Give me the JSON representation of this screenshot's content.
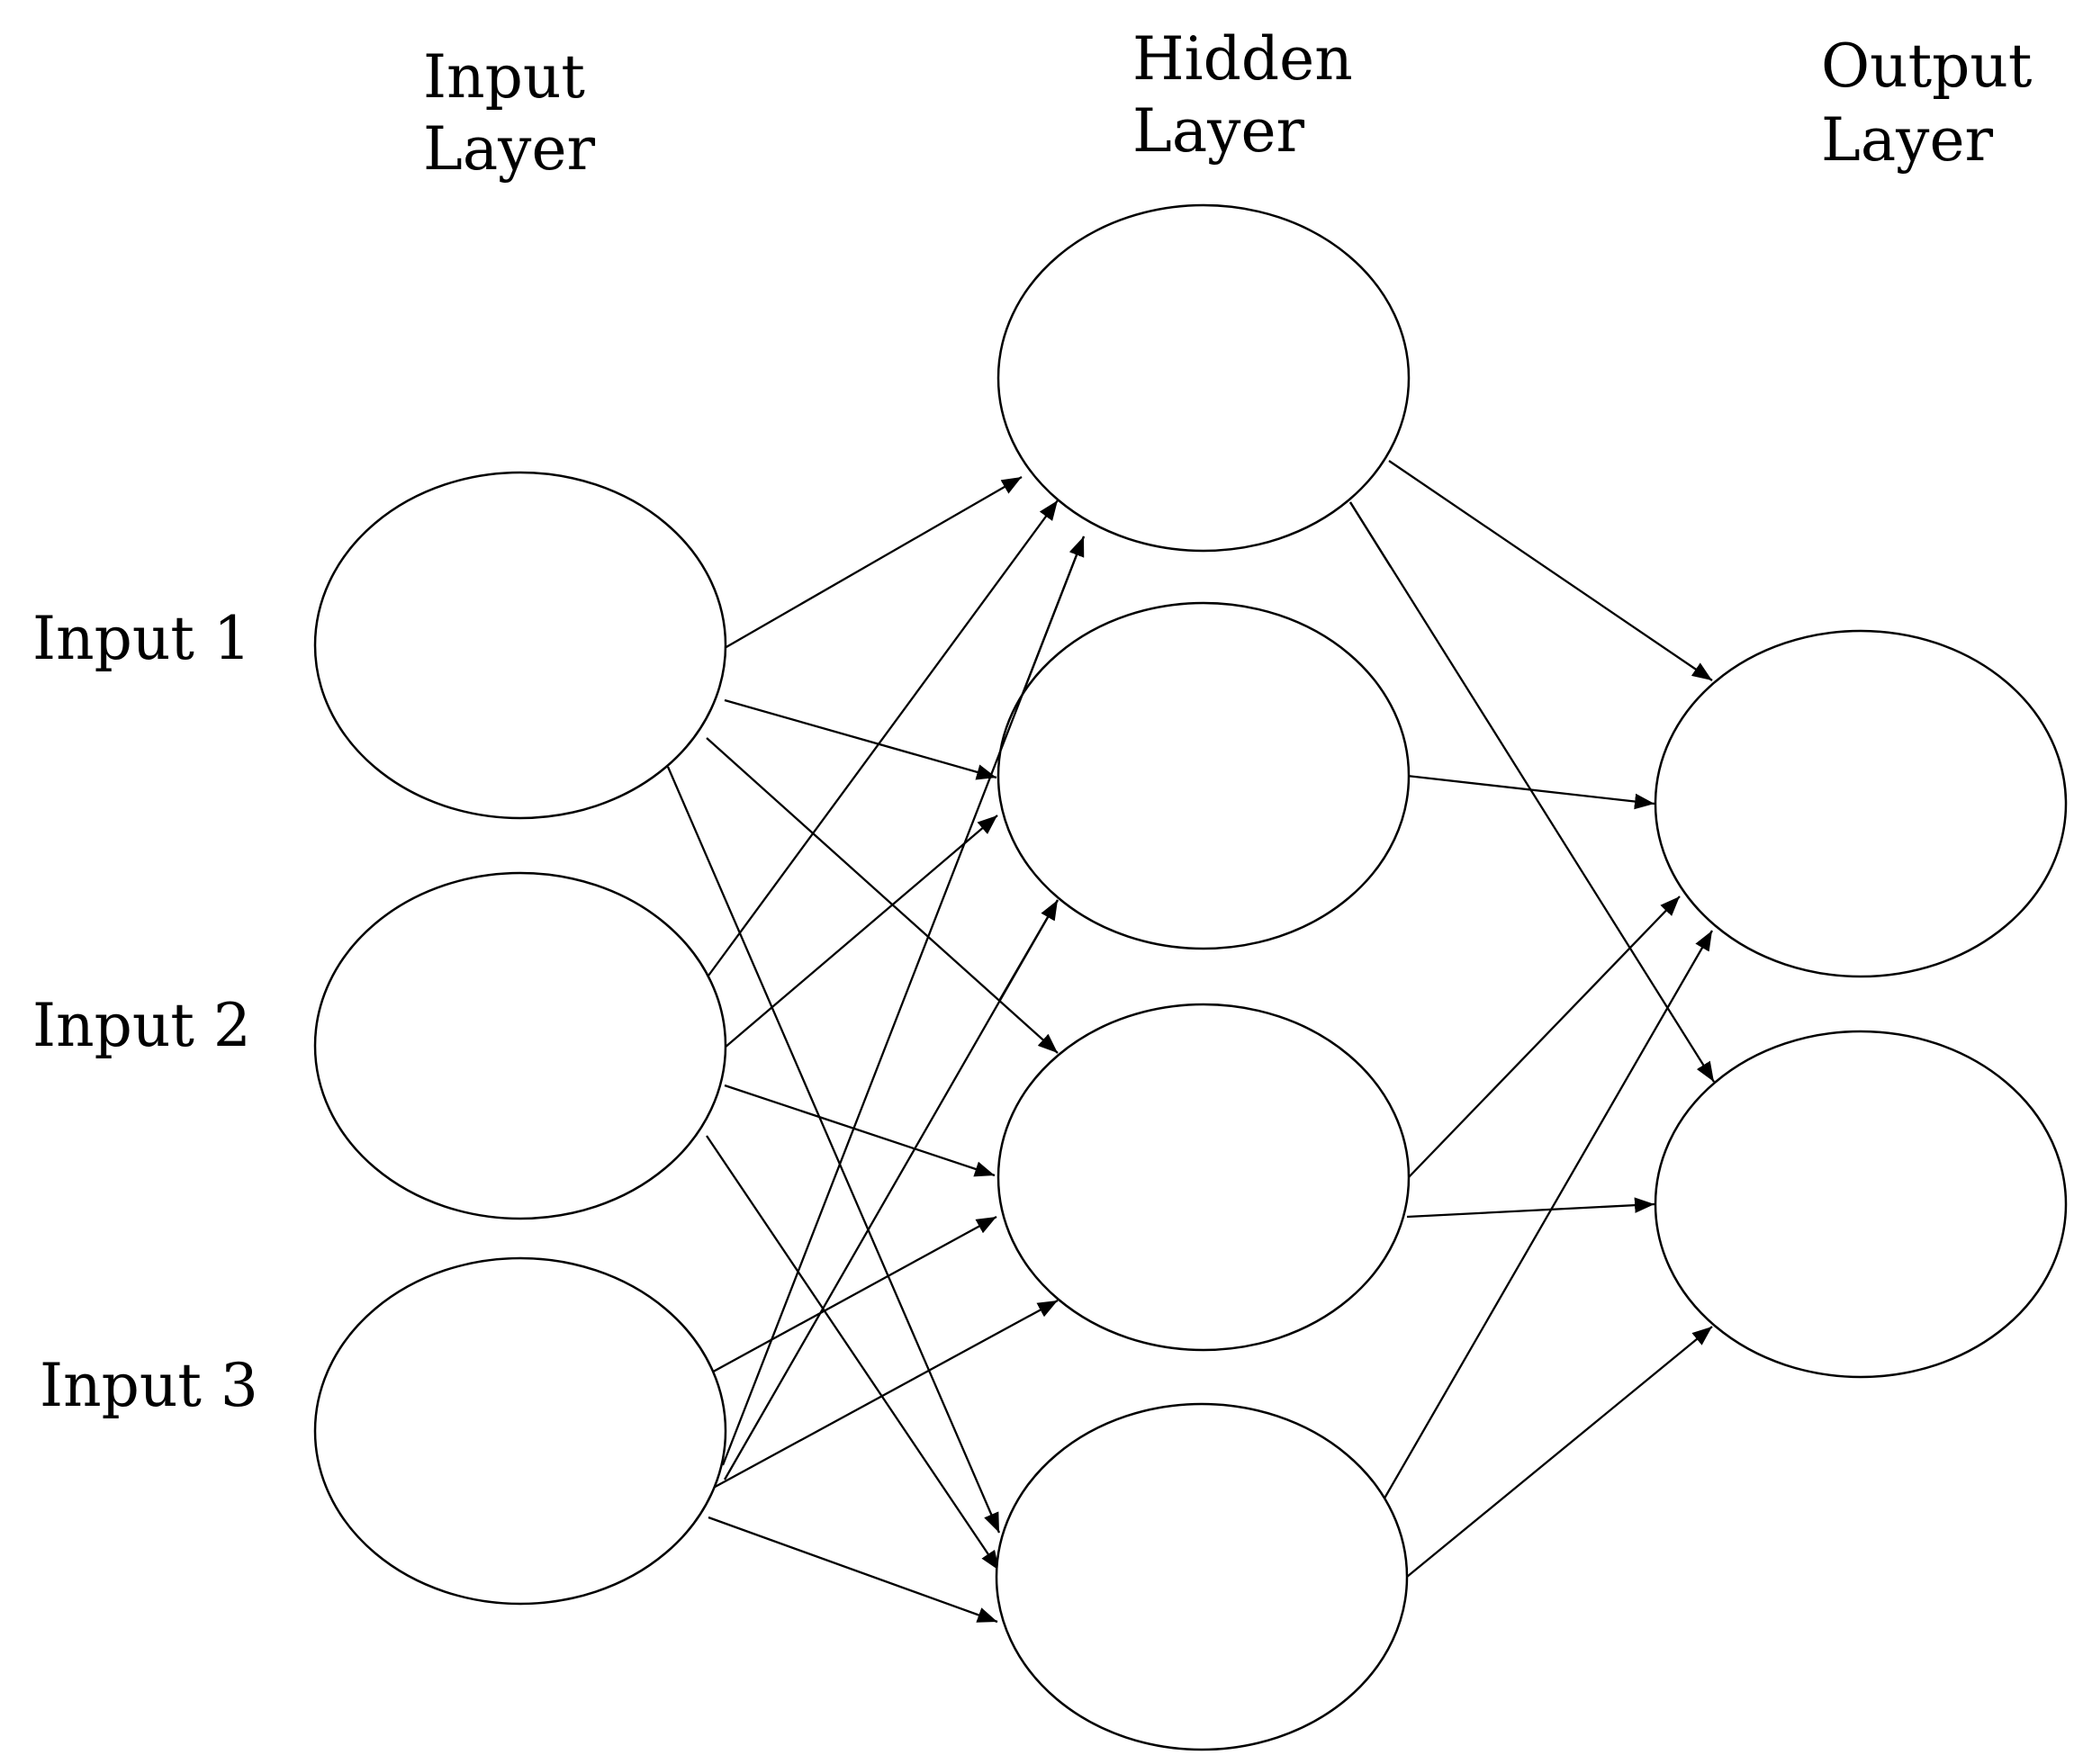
{
  "layers": {
    "input": {
      "line1": "Input",
      "line2": "Layer"
    },
    "hidden": {
      "line1": "Hidden",
      "line2": "Layer"
    },
    "output": {
      "line1": "Output",
      "line2": "Layer"
    }
  },
  "inputs": [
    {
      "label": "Input 1"
    },
    {
      "label": "Input 2"
    },
    {
      "label": "Input 3"
    }
  ],
  "nodes": {
    "input": 3,
    "hidden": 4,
    "output": 2
  },
  "colors": {
    "stroke": "#000000",
    "background": "#ffffff"
  }
}
